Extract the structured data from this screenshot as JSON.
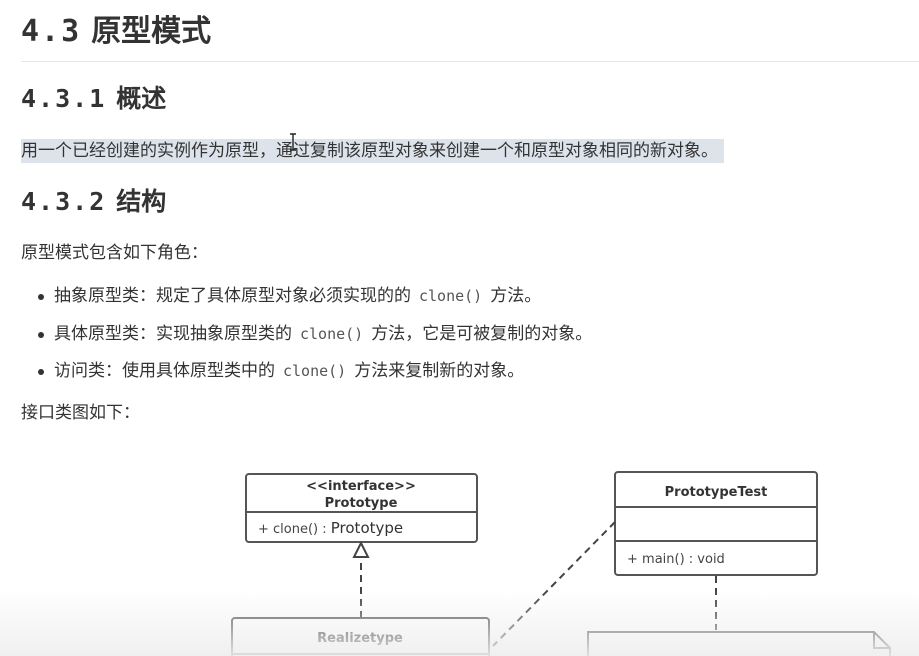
{
  "section": {
    "number": "4.3",
    "title": "原型模式"
  },
  "overview": {
    "number": "4.3.1",
    "title": "概述",
    "text": "用一个已经创建的实例作为原型，通过复制该原型对象来创建一个和原型对象相同的新对象。"
  },
  "structure": {
    "number": "4.3.2",
    "title": "结构",
    "intro": "原型模式包含如下角色：",
    "roles": [
      {
        "before": "抽象原型类：规定了具体原型对象必须实现的的",
        "code": "clone()",
        "after": "方法。"
      },
      {
        "before": "具体原型类：实现抽象原型类的",
        "code": "clone()",
        "after": "方法，它是可被复制的对象。"
      },
      {
        "before": "访问类：使用具体原型类中的",
        "code": "clone()",
        "after": "方法来复制新的对象。"
      }
    ],
    "diagram_caption": "接口类图如下："
  },
  "diagram": {
    "prototype": {
      "stereotype": "<<interface>>",
      "name": "Prototype",
      "method": "+ clone() : ",
      "method_return": "Prototype"
    },
    "prototype_test": {
      "name": "PrototypeTest",
      "method": "+ main() : void"
    },
    "realizetype": {
      "name": "Realizetype"
    }
  },
  "colors": {
    "text": "#333333",
    "highlight": "#dde3ea",
    "uml_border": "#555555"
  }
}
